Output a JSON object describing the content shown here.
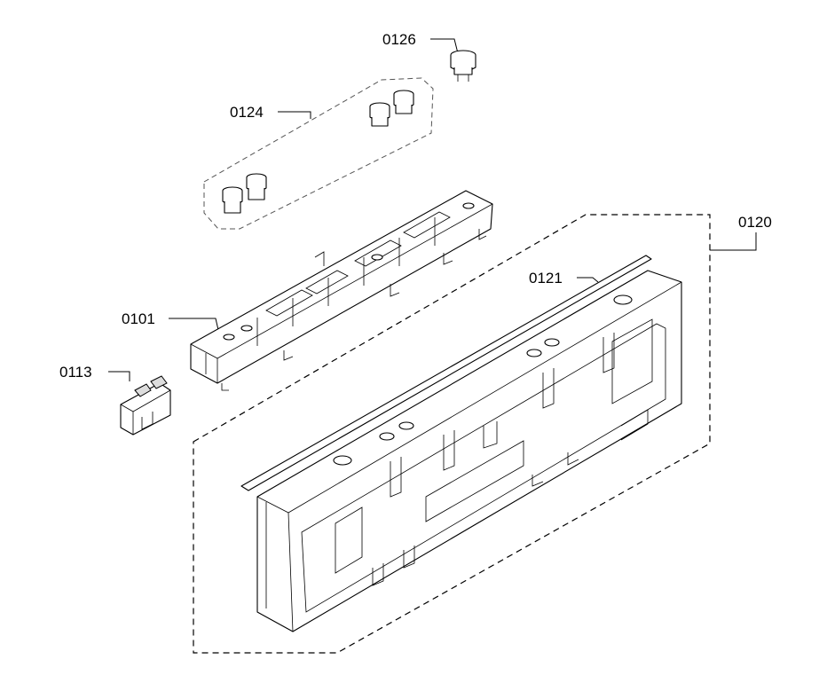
{
  "labels": {
    "p0126": "0126",
    "p0124": "0124",
    "p0120": "0120",
    "p0121": "0121",
    "p0101": "0101",
    "p0113": "0113"
  },
  "colors": {
    "line": "#000000",
    "background": "#ffffff"
  }
}
